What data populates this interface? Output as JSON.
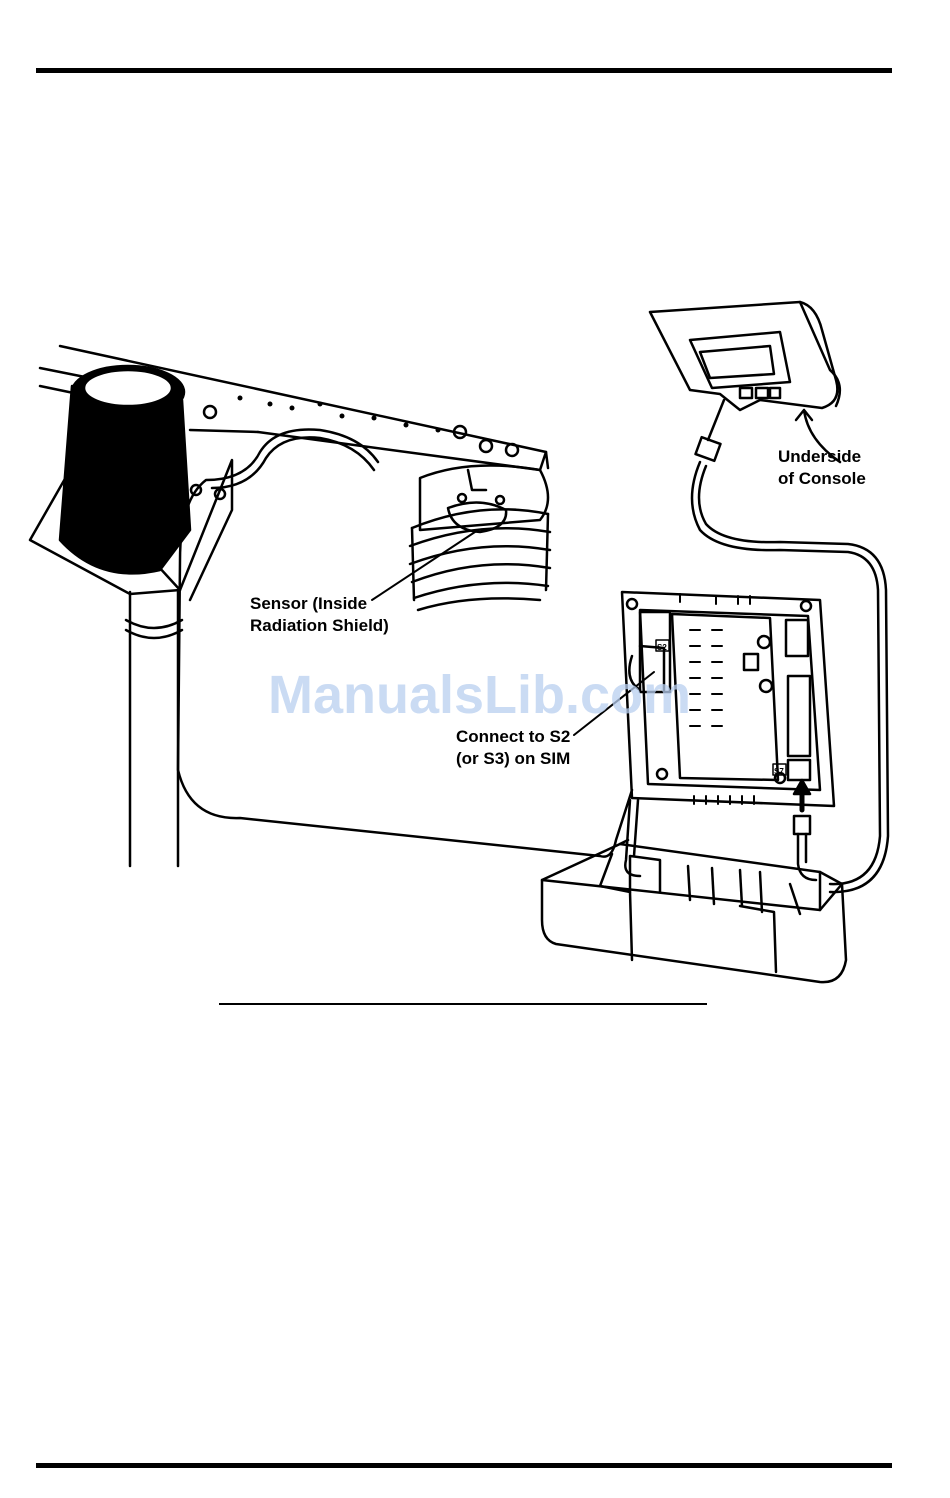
{
  "labels": {
    "sensor": [
      "Sensor (Inside",
      "Radiation Shield)"
    ],
    "connect": [
      "Connect to S2",
      "(or S3) on SIM"
    ],
    "console": [
      "Underside",
      "of Console"
    ]
  },
  "board_marks": {
    "s2": "S2",
    "s7": "S7"
  },
  "watermark": "ManualsLib.com"
}
